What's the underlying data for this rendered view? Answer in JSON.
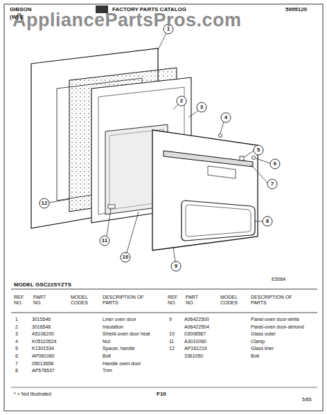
{
  "diagram": {
    "title": "FACTORY PARTS CATALOG",
    "labels": [
      "AppliancePartsPros.com",
      "GIBSON",
      "(W) E",
      "5995120",
      "1",
      "2",
      "3",
      "4",
      "5",
      "6",
      "7",
      "8",
      "9",
      "10",
      "11",
      "12",
      "E5064",
      "MODEL GSC22SYZTS",
      "REF. NO.",
      "PART NO.",
      "MODEL CODES",
      "DESCRIPTION OF PARTS",
      "REF. NO.",
      "PART NO.",
      "MODEL CODES",
      "DESCRIPTION OF PARTS",
      "1",
      "3015546",
      "Liner oven door",
      "2",
      "3016548",
      "Insulation",
      "3",
      "A5106200",
      "Shield-oven door heat",
      "4",
      "K05110524",
      "Nut",
      "5",
      "K1301534",
      "Spacer, handle",
      "6",
      "AP081060",
      "Bolt",
      "7",
      "05013658",
      "Handle oven door",
      "8",
      "AP578537",
      "Trim",
      "9",
      "A06422500",
      "Panel-oven door-white",
      "A06422504",
      "Panel-oven door-almond",
      "10",
      "03008587",
      "Glass outer",
      "11",
      "A3010060",
      "Clamp",
      "12",
      "AP161219",
      "Glass liner",
      "3361050",
      "Bolt",
      "* = Not Illustrated",
      "F10",
      "5/85"
    ]
  }
}
